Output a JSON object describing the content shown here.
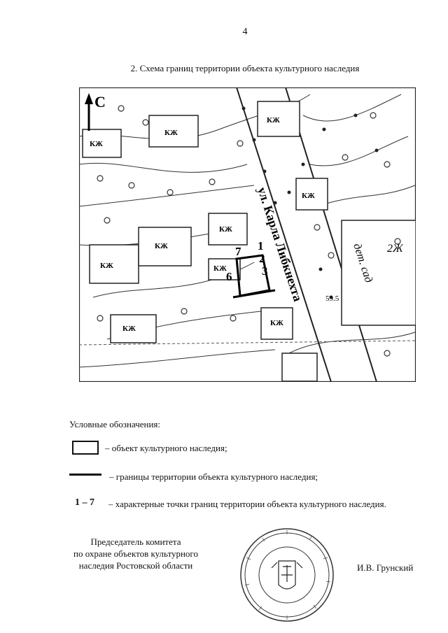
{
  "page_number": "4",
  "title": "2. Схема границ территории объекта культурного наследия",
  "map": {
    "north_label": "С",
    "street_label": "ул. Карла Либкнехта",
    "building_label": "КЖ",
    "building_label_2": "2Ж",
    "kindergarten_label": "дет. сад",
    "elevation_label": "59.5",
    "point_labels": [
      "1",
      "2",
      "3",
      "6",
      "7"
    ]
  },
  "legend": {
    "heading": "Условные обозначения:",
    "object_text": "– объект культурного наследия;",
    "boundary_text": "– границы территории объекта культурного наследия;",
    "points_symbol": "1 – 7",
    "points_text": "– характерные точки границ территории объекта культурного наследия."
  },
  "signature": {
    "position_line1": "Председатель комитета",
    "position_line2": "по охране объектов культурного",
    "position_line3": "наследия Ростовской области",
    "name": "И.В. Грунский"
  }
}
